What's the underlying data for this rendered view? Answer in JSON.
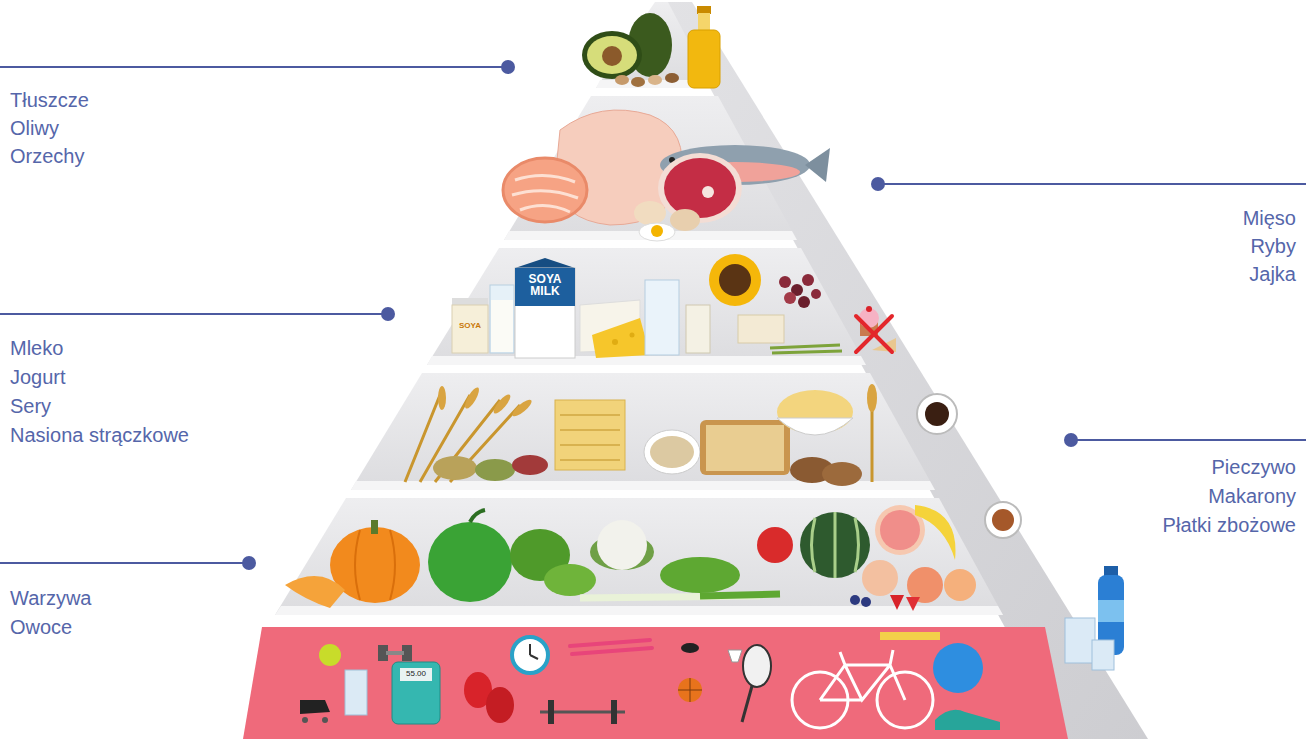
{
  "diagram": {
    "labels": [
      "Tłuszcze",
      "Oliwy",
      "Orzechy",
      "Mięso",
      "Ryby",
      "Jajka",
      "Mleko",
      "Jogurt",
      "Sery",
      "Nasiona strączkowe",
      "Pieczywo",
      "Makarony",
      "Płatki zbożowe",
      "Warzywa",
      "Owoce",
      "SOYA MILK",
      "SOYA",
      "55.00"
    ]
  }
}
